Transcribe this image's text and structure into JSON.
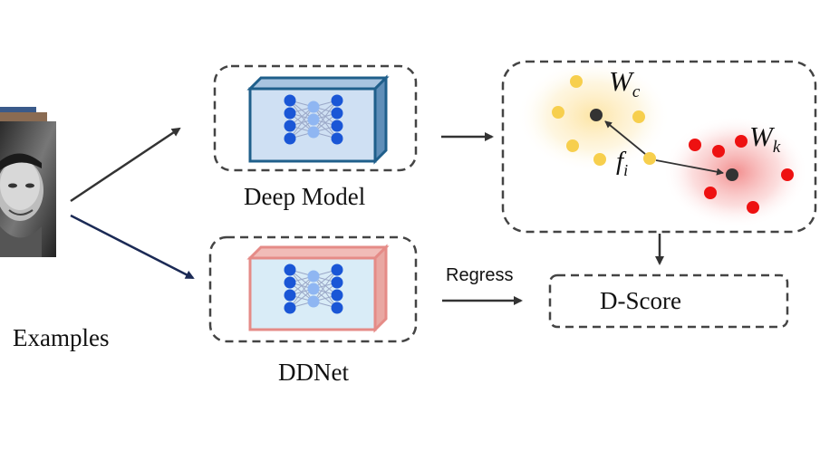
{
  "labels": {
    "examples": "Examples",
    "deep_model": "Deep Model",
    "ddnet": "DDNet",
    "regress": "Regress",
    "d_score": "D-Score",
    "class_center": "W",
    "class_center_sub": "c",
    "other_center": "W",
    "other_center_sub": "k",
    "feature": "f",
    "feature_sub": "i"
  },
  "colors": {
    "deep_model_box": "#1f5f8b",
    "deep_model_fill": "#cfe0f3",
    "ddnet_box": "#e58b87",
    "ddnet_fill": "#d9ecf7",
    "neuron_dark": "#1a56d6",
    "neuron_light": "#8fb6f2",
    "cluster_c": "#f7cf4d",
    "cluster_k": "#ee1111",
    "arrow_dark": "#333333",
    "arrow_navy": "#1b2a55"
  },
  "icons": [
    "face-photo-stack-icon",
    "neural-net-icon"
  ]
}
